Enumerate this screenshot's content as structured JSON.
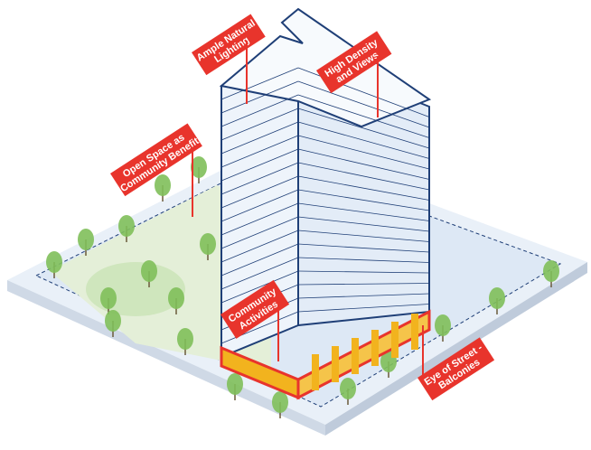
{
  "labels": {
    "lighting": {
      "line1": "Ample Natural",
      "line2": "Lighting"
    },
    "density": {
      "line1": "High Density",
      "line2": "and Views"
    },
    "open_space": {
      "line1": "Open Space as",
      "line2": "Community Benefit"
    },
    "community": {
      "line1": "Community",
      "line2": "Activities"
    },
    "street": {
      "line1": "Eye of Street -",
      "line2": "Balconies"
    }
  },
  "colors": {
    "label_red": "#e8342c",
    "outline_blue": "#1f3f77",
    "glass": "#eef4fb",
    "ground": "#dbe7f5",
    "park": "#e4efd8",
    "podium_yellow": "#f2b31e",
    "podium_red": "#e8342c",
    "tree": "#7fbf5a"
  }
}
